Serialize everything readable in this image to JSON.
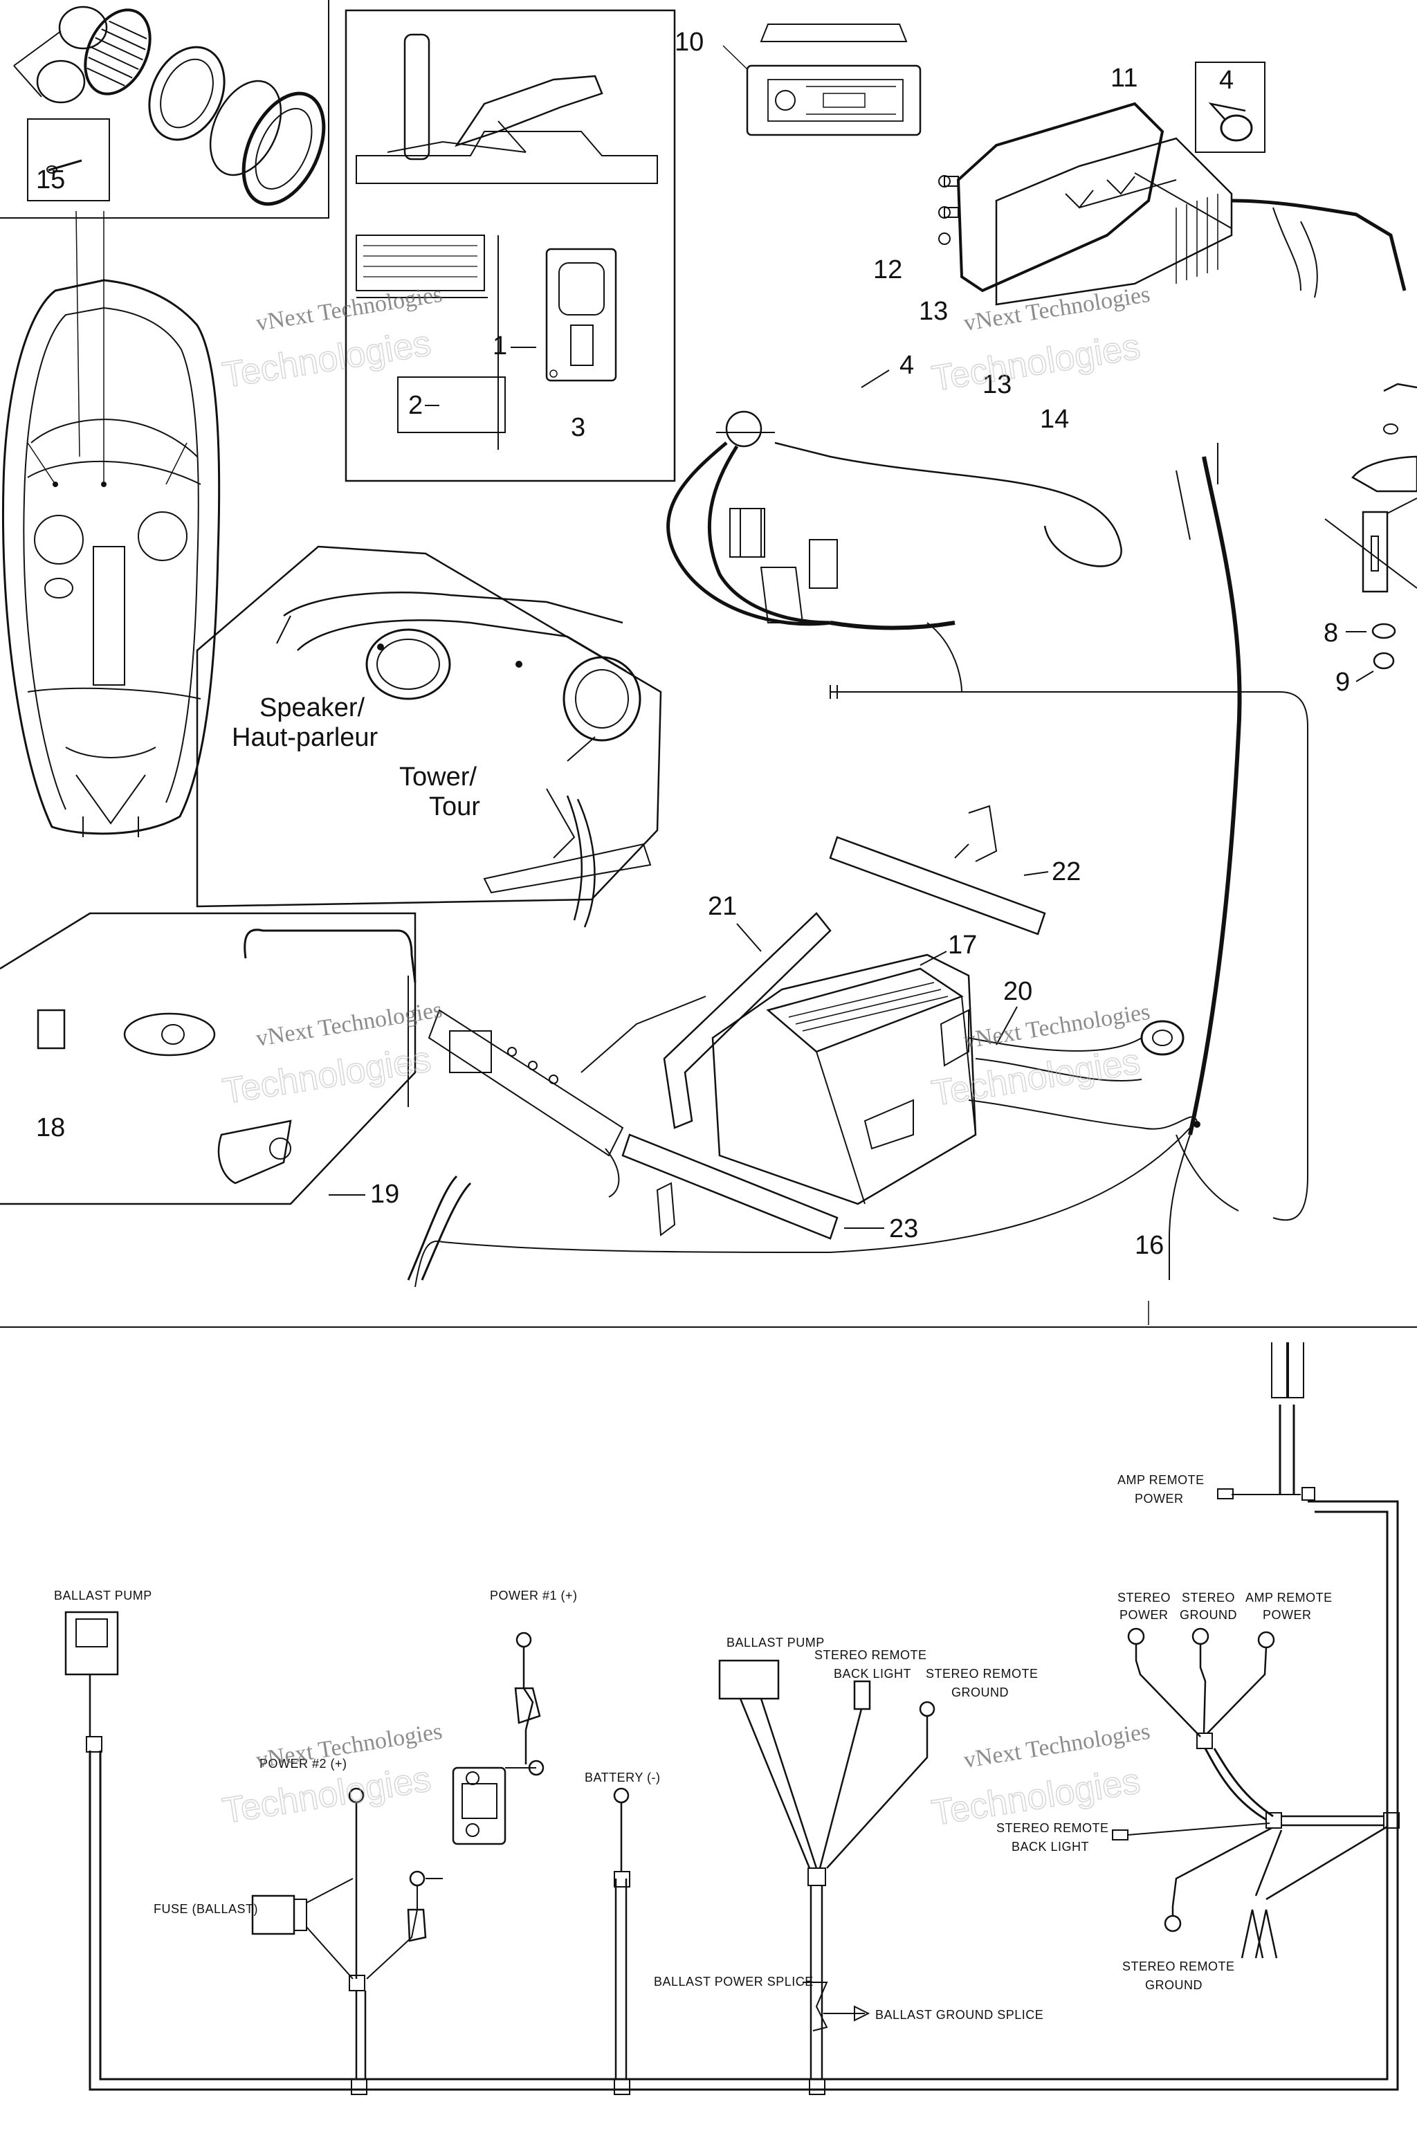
{
  "diagram": {
    "callouts": [
      "1",
      "2",
      "3",
      "4",
      "4",
      "8",
      "9",
      "10",
      "11",
      "12",
      "13",
      "13",
      "14",
      "15",
      "16",
      "17",
      "18",
      "19",
      "20",
      "21",
      "22",
      "23"
    ],
    "captions": {
      "speaker_en": "Speaker/",
      "speaker_fr": "Haut-parleur",
      "tower_en": "Tower/",
      "tower_fr": "Tour"
    },
    "watermark": {
      "line1": "vNext Technologies",
      "line2": "Technologies"
    },
    "wiring_labels": {
      "amp_remote_power_top": [
        "AMP REMOTE",
        "POWER"
      ],
      "ballast_pump_left": "BALLAST PUMP",
      "power1": "POWER #1 (+)",
      "power2": "POWER #2 (+)",
      "battery": "BATTERY (-)",
      "fuse": "FUSE (BALLAST)",
      "ballast_pump_mid": "BALLAST PUMP",
      "stereo_remote_back_light_mid": [
        "STEREO REMOTE",
        "BACK LIGHT"
      ],
      "stereo_remote_ground_mid": [
        "STEREO REMOTE",
        "GROUND"
      ],
      "ballast_power_splice": "BALLAST POWER SPLICE",
      "ballast_ground_splice": "BALLAST GROUND SPLICE",
      "stereo_power": [
        "STEREO",
        "POWER"
      ],
      "stereo_ground": [
        "STEREO",
        "GROUND"
      ],
      "amp_remote_power_right": [
        "AMP REMOTE",
        "POWER"
      ],
      "stereo_remote_back_light_right": [
        "STEREO REMOTE",
        "BACK LIGHT"
      ],
      "stereo_remote_ground_right": [
        "STEREO REMOTE",
        "GROUND"
      ]
    }
  }
}
